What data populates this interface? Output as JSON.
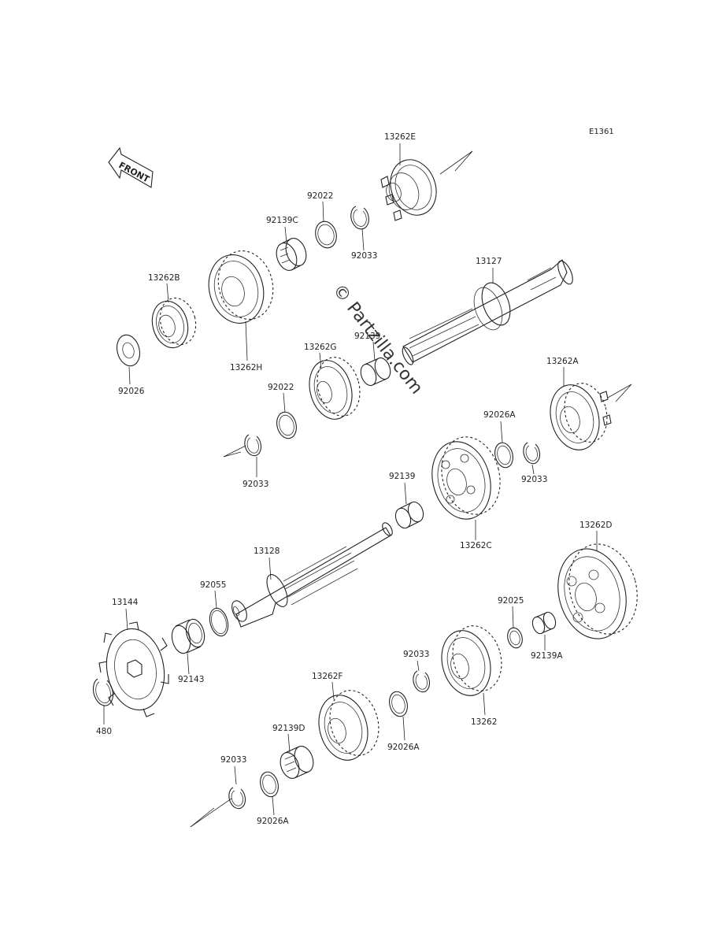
{
  "diagram": {
    "code": "E1361",
    "front_label": "FRONT",
    "watermark": "© Partzilla.com",
    "labels": {
      "p13262E": "13262E",
      "p92022a": "92022",
      "p92139C": "92139C",
      "p92033a": "92033",
      "p13262B": "13262B",
      "p13262H": "13262H",
      "p92026": "92026",
      "p13127": "13127",
      "p92139b": "92139",
      "p13262G": "13262G",
      "p92022b": "92022",
      "p13262A": "13262A",
      "p92026Aa": "92026A",
      "p92033b": "92033",
      "p92033c": "92033",
      "p92139c": "92139",
      "p13262C": "13262C",
      "p13128": "13128",
      "p92055": "92055",
      "p13262D": "13262D",
      "p13144": "13144",
      "p92025": "92025",
      "p92143": "92143",
      "p92139A": "92139A",
      "p92033d": "92033",
      "p13262F": "13262F",
      "p480": "480",
      "p13262": "13262",
      "p92026Ab": "92026A",
      "p92139D": "92139D",
      "p92033e": "92033",
      "p92026Ac": "92026A"
    }
  }
}
